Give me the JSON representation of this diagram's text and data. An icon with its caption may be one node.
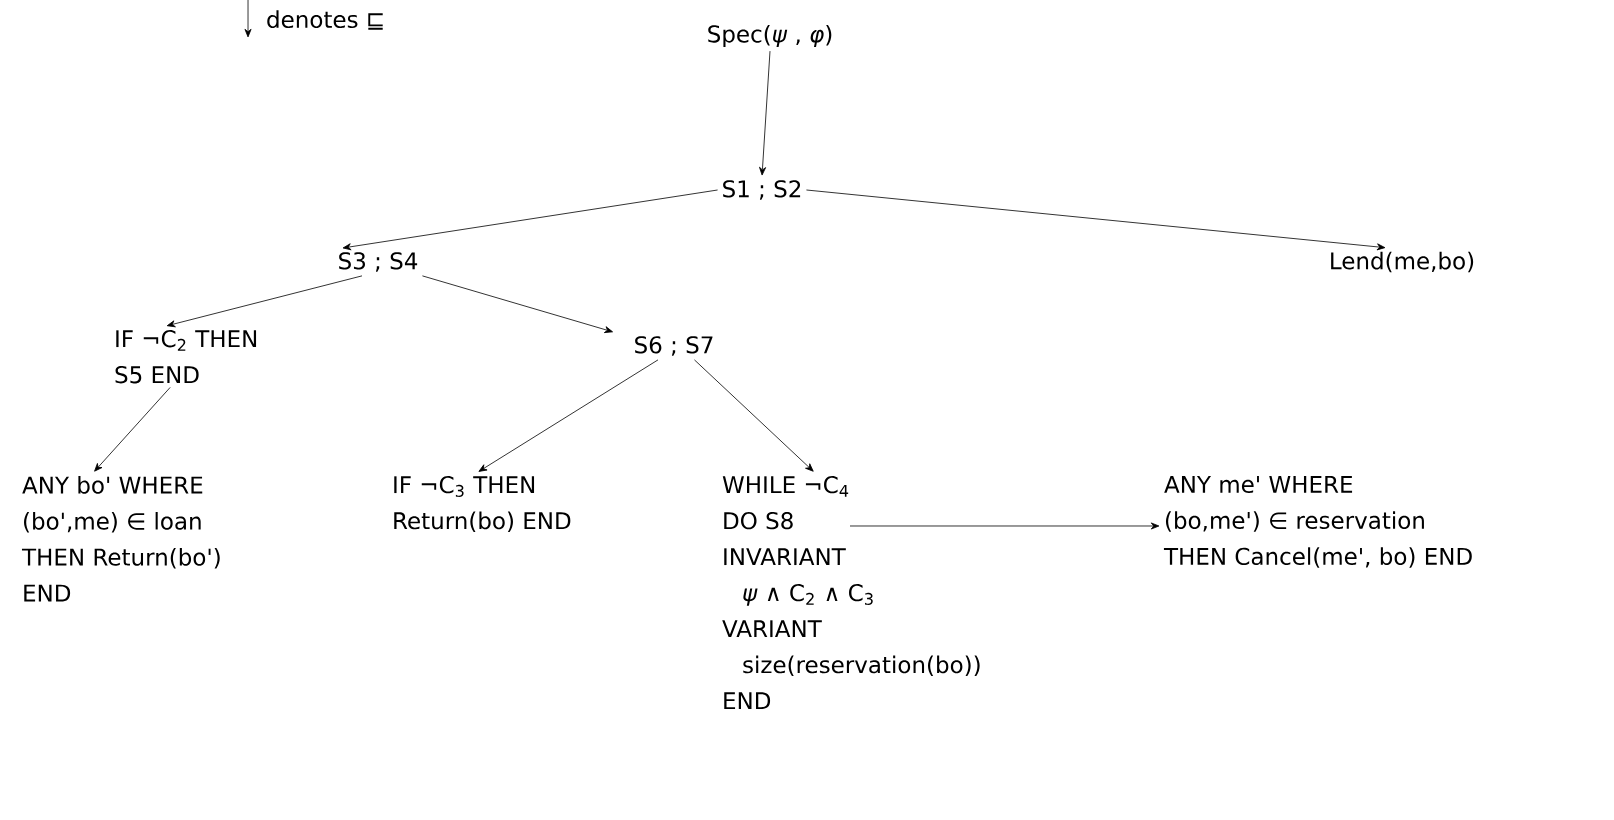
{
  "diagram": {
    "nodes": [
      {
        "text": [
          "Spec(*ψ* , *φ*)"
        ]
      },
      {
        "text": [
          "S1 ; S2"
        ]
      },
      {
        "text": [
          "S3 ; S4"
        ]
      },
      {
        "text": [
          "Lend(me,bo)"
        ]
      },
      {
        "text": [
          "IF ¬C$_{2}$ THEN",
          "S5 END"
        ]
      },
      {
        "text": [
          "S6 ; S7"
        ]
      },
      {
        "text": [
          "ANY bo' WHERE",
          "(bo',me) ∈ loan",
          "THEN Return(bo')",
          "END"
        ]
      },
      {
        "text": [
          "IF ¬C$_{3}$ THEN",
          "Return(bo) END"
        ]
      },
      {
        "text": [
          "WHILE ¬C$_{4}$",
          "DO S8",
          "INVARIANT",
          "*ψ* ∧ C$_{2}$ ∧ C$_{3}$",
          "VARIANT",
          "size(reservation(bo))",
          "END"
        ]
      },
      {
        "text": [
          "ANY me' WHERE",
          "(bo,me') ∈ reservation",
          "THEN Cancel(me', bo) END"
        ]
      }
    ],
    "edges": [
      {
        "from": 0,
        "to": 1,
        "arrow": "to"
      },
      {
        "from": 1,
        "to": 2,
        "arrow": "to"
      },
      {
        "from": 1,
        "to": 3,
        "arrow": "to"
      },
      {
        "from": 2,
        "to": 4,
        "arrow": "to"
      },
      {
        "from": 2,
        "to": 5,
        "arrow": "to"
      },
      {
        "from": 4,
        "to": 6,
        "arrow": "to"
      },
      {
        "from": 5,
        "to": 7,
        "arrow": "to"
      },
      {
        "from": 5,
        "to": 8,
        "arrow": "to"
      },
      {
        "from": 8,
        "to": 9,
        "arrow": "to"
      }
    ],
    "legend": [
      {
        "text": "denotes ⊑"
      }
    ]
  }
}
